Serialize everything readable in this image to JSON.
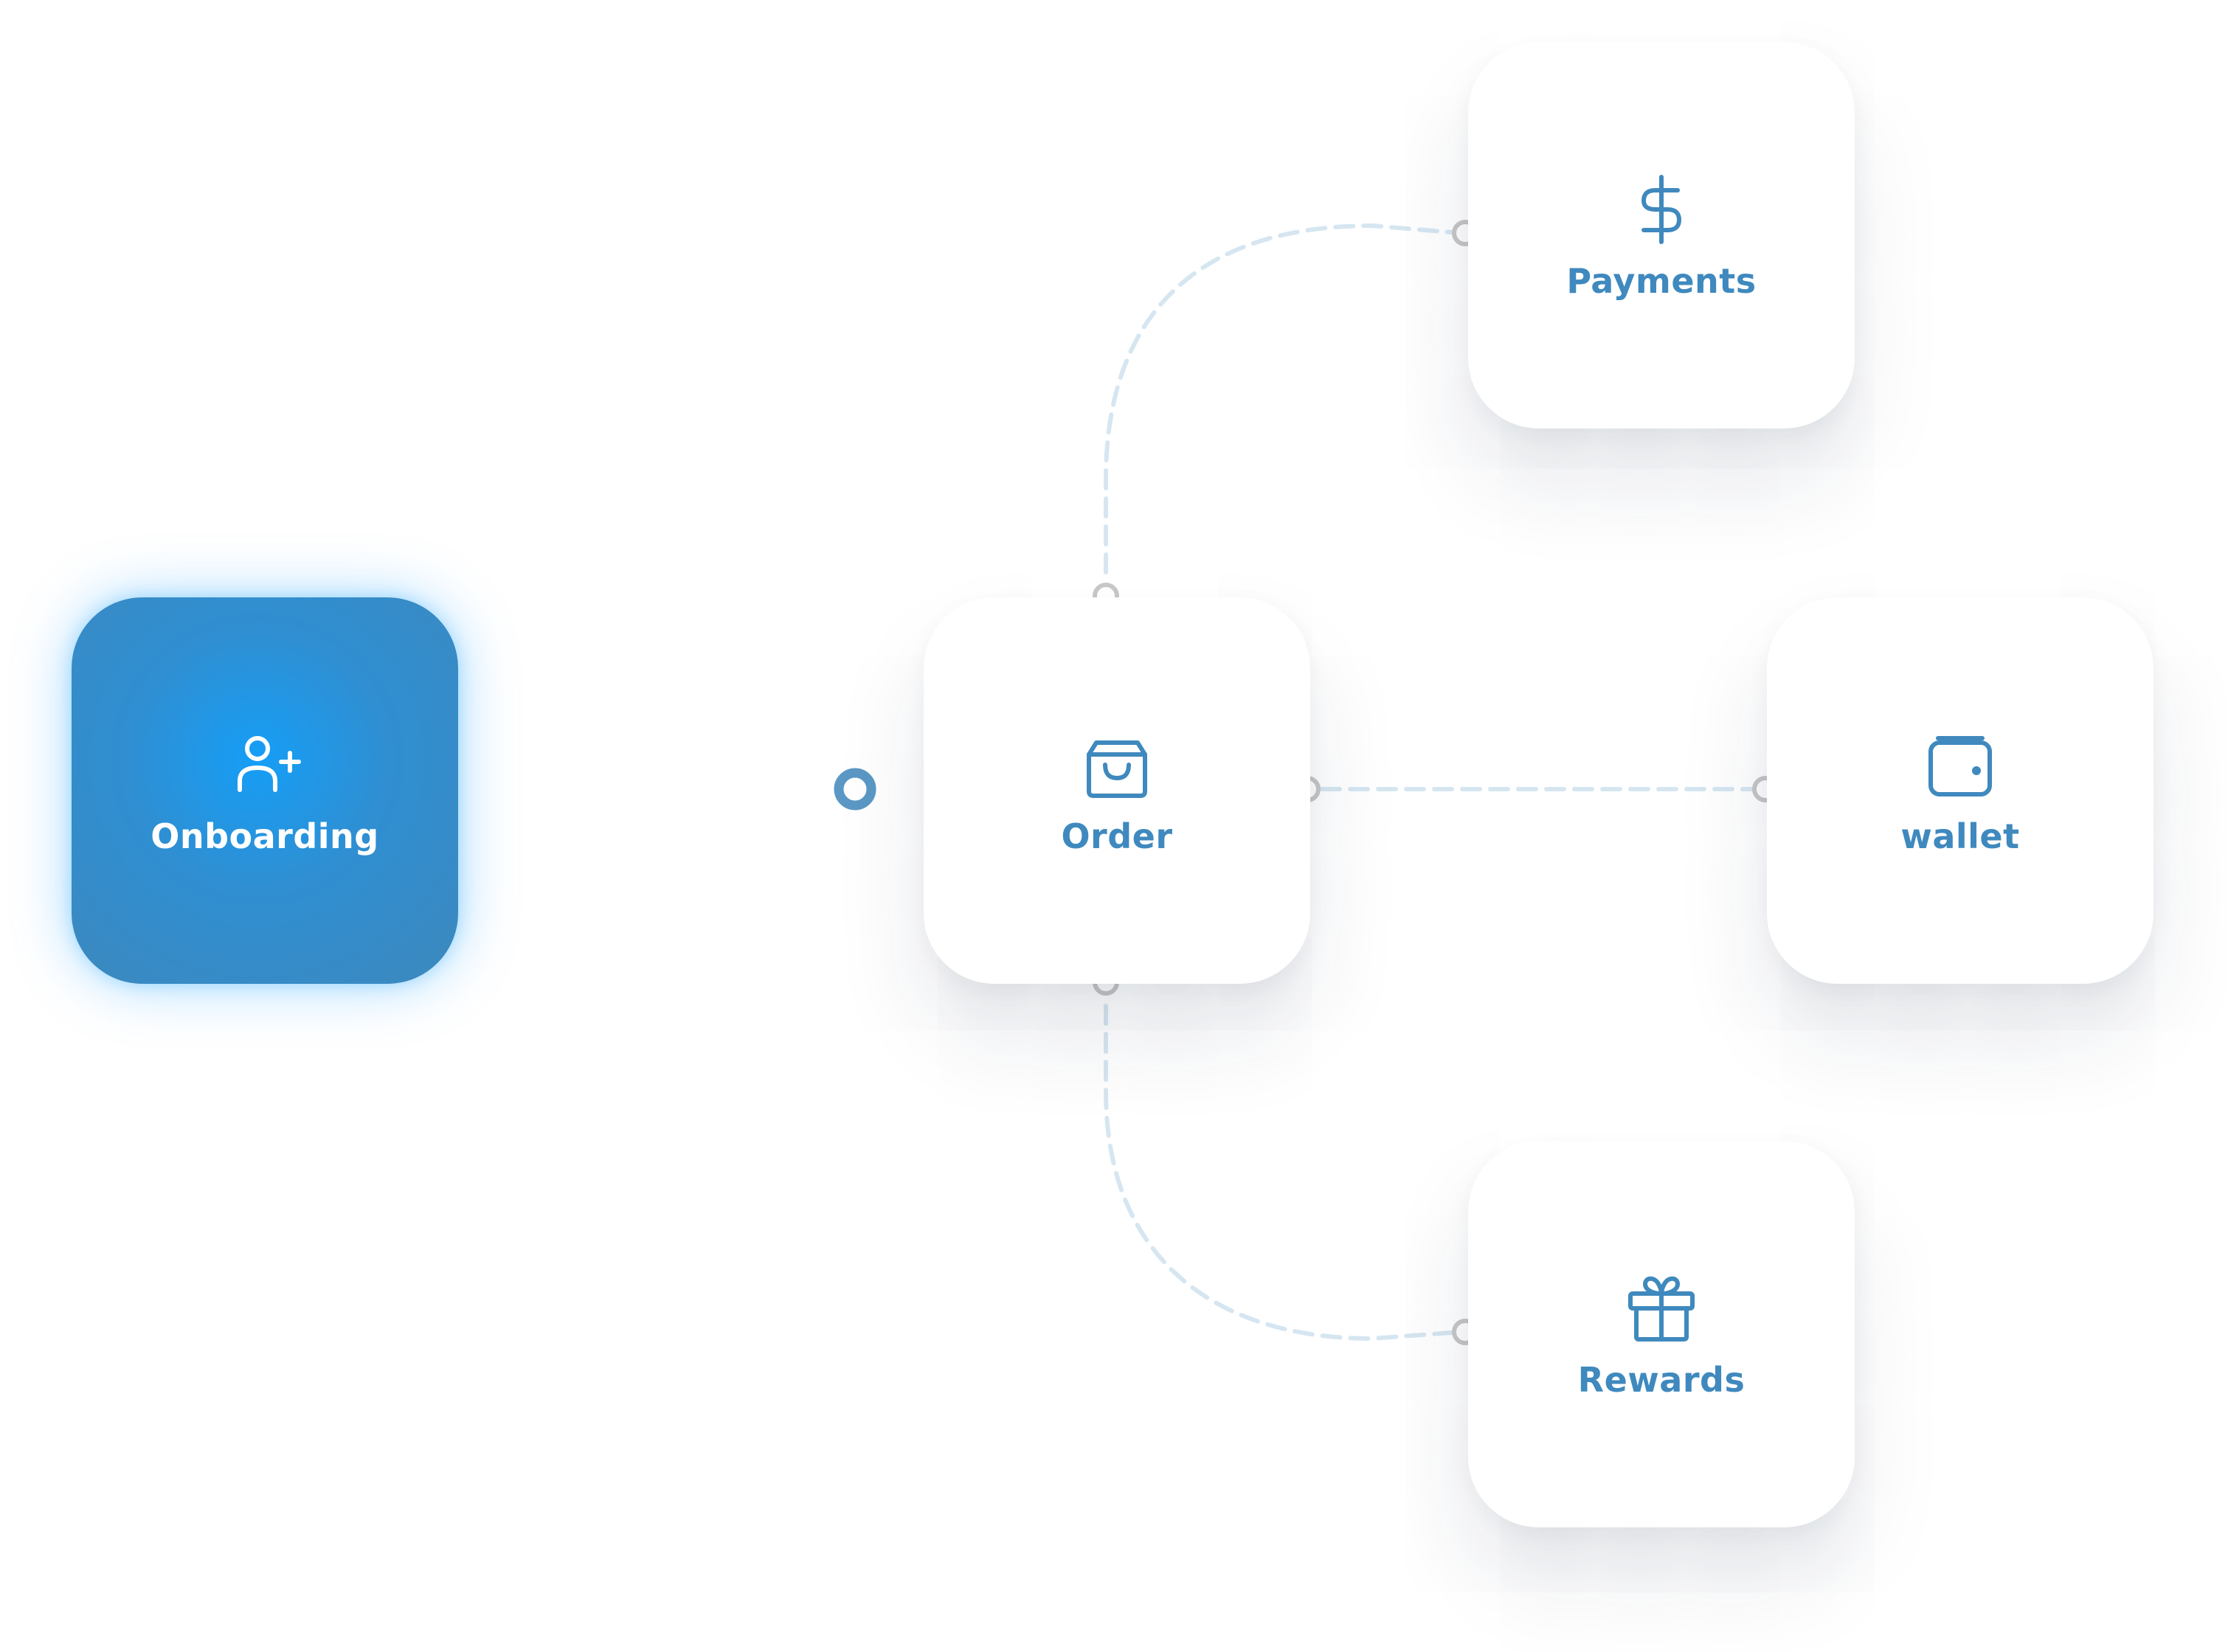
{
  "nodes": {
    "onboarding": {
      "label": "Onboarding",
      "icon": "user-plus-icon"
    },
    "order": {
      "label": "Order",
      "icon": "shopping-bag-icon"
    },
    "payments": {
      "label": "Payments",
      "icon": "dollar-sign-icon"
    },
    "wallet": {
      "label": "wallet",
      "icon": "wallet-icon"
    },
    "rewards": {
      "label": "Rewards",
      "icon": "gift-icon"
    }
  },
  "colors": {
    "primary_node": "#3d88bd",
    "primary_glow": "#159ef7",
    "label_text": "#3f89be",
    "active_connector": "#5b98c5",
    "inactive_connector": "#d6e6f1",
    "port_ring": "#c7c7c7"
  }
}
